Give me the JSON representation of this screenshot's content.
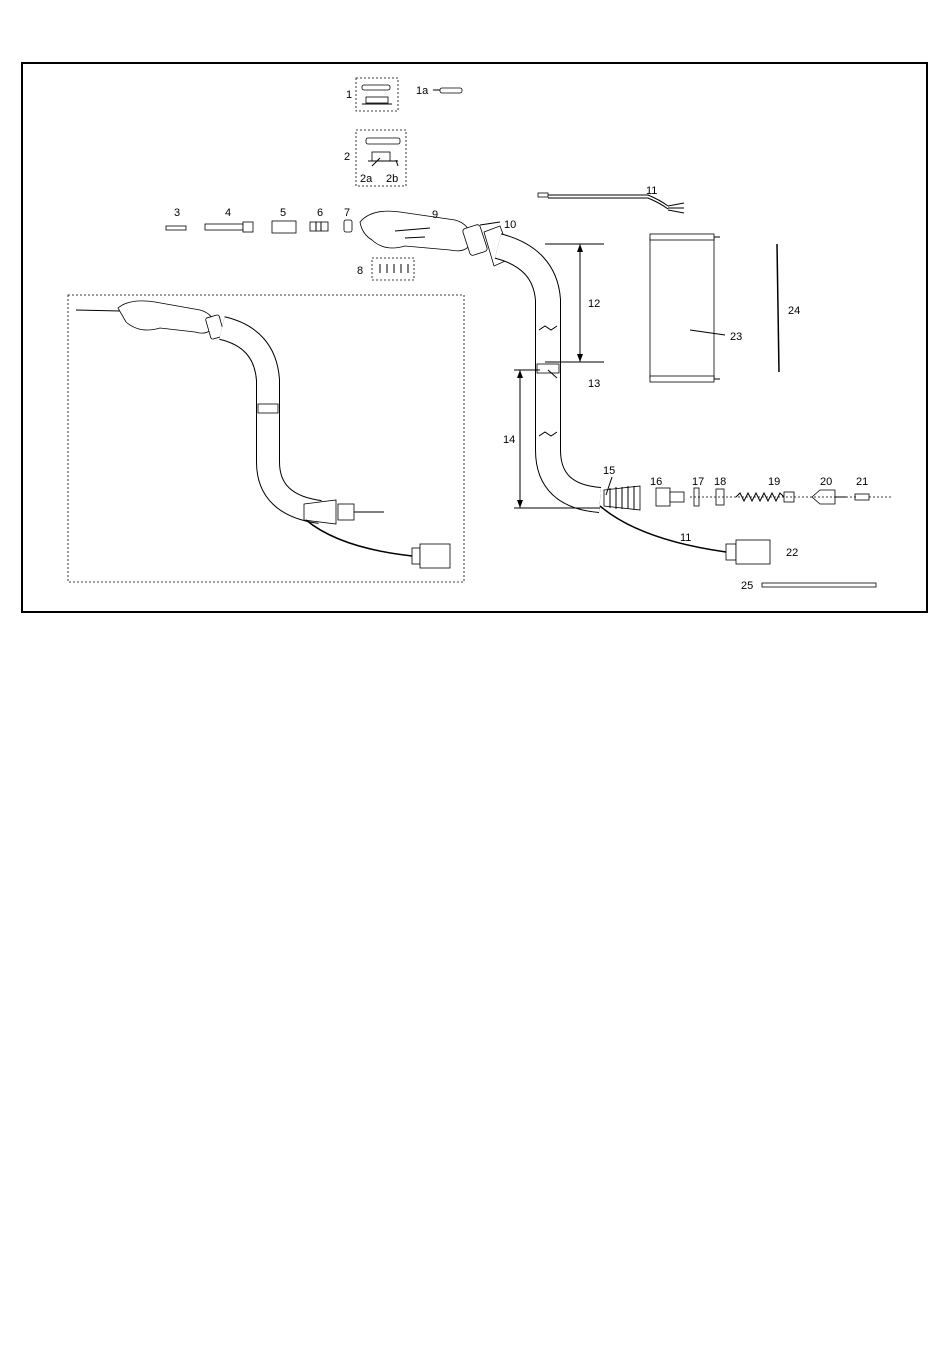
{
  "title": "",
  "callouts": [
    {
      "id": "c1",
      "text": "1"
    },
    {
      "id": "c1a",
      "text": "1a"
    },
    {
      "id": "c2",
      "text": "2"
    },
    {
      "id": "c2a",
      "text": "2a"
    },
    {
      "id": "c2b",
      "text": "2b"
    },
    {
      "id": "c3",
      "text": "3"
    },
    {
      "id": "c4",
      "text": "4"
    },
    {
      "id": "c5",
      "text": "5"
    },
    {
      "id": "c6",
      "text": "6"
    },
    {
      "id": "c7",
      "text": "7"
    },
    {
      "id": "c8",
      "text": "8"
    },
    {
      "id": "c9",
      "text": "9"
    },
    {
      "id": "c10",
      "text": "10"
    },
    {
      "id": "c11a",
      "text": "11"
    },
    {
      "id": "c11b",
      "text": "11"
    },
    {
      "id": "c12",
      "text": "12"
    },
    {
      "id": "c13",
      "text": "13"
    },
    {
      "id": "c14",
      "text": "14"
    },
    {
      "id": "c15",
      "text": "15"
    },
    {
      "id": "c16",
      "text": "16"
    },
    {
      "id": "c17",
      "text": "17"
    },
    {
      "id": "c18",
      "text": "18"
    },
    {
      "id": "c19",
      "text": "19"
    },
    {
      "id": "c20",
      "text": "20"
    },
    {
      "id": "c21",
      "text": "21"
    },
    {
      "id": "c22",
      "text": "22"
    },
    {
      "id": "c23",
      "text": "23"
    },
    {
      "id": "c24",
      "text": "24"
    },
    {
      "id": "c25",
      "text": "25"
    }
  ]
}
